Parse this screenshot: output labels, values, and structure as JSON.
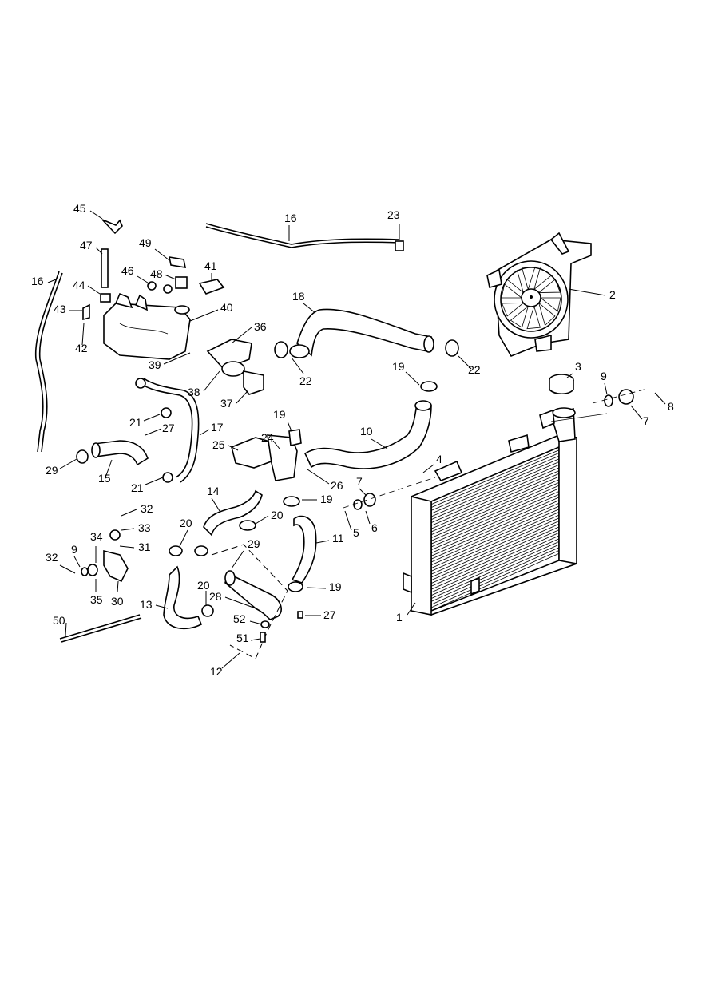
{
  "diagram": {
    "callouts": [
      {
        "id": "c1",
        "label": "1"
      },
      {
        "id": "c2",
        "label": "2"
      },
      {
        "id": "c3",
        "label": "3"
      },
      {
        "id": "c4",
        "label": "4"
      },
      {
        "id": "c5",
        "label": "5"
      },
      {
        "id": "c6",
        "label": "6"
      },
      {
        "id": "c7a",
        "label": "7"
      },
      {
        "id": "c7b",
        "label": "7"
      },
      {
        "id": "c8",
        "label": "8"
      },
      {
        "id": "c9a",
        "label": "9"
      },
      {
        "id": "c9b",
        "label": "9"
      },
      {
        "id": "c10",
        "label": "10"
      },
      {
        "id": "c11",
        "label": "11"
      },
      {
        "id": "c12",
        "label": "12"
      },
      {
        "id": "c13",
        "label": "13"
      },
      {
        "id": "c14",
        "label": "14"
      },
      {
        "id": "c15",
        "label": "15"
      },
      {
        "id": "c16a",
        "label": "16"
      },
      {
        "id": "c16b",
        "label": "16"
      },
      {
        "id": "c17",
        "label": "17"
      },
      {
        "id": "c18",
        "label": "18"
      },
      {
        "id": "c19a",
        "label": "19"
      },
      {
        "id": "c19b",
        "label": "19"
      },
      {
        "id": "c19c",
        "label": "19"
      },
      {
        "id": "c19d",
        "label": "19"
      },
      {
        "id": "c20a",
        "label": "20"
      },
      {
        "id": "c20b",
        "label": "20"
      },
      {
        "id": "c20c",
        "label": "20"
      },
      {
        "id": "c21a",
        "label": "21"
      },
      {
        "id": "c21b",
        "label": "21"
      },
      {
        "id": "c22a",
        "label": "22"
      },
      {
        "id": "c22b",
        "label": "22"
      },
      {
        "id": "c23",
        "label": "23"
      },
      {
        "id": "c24",
        "label": "24"
      },
      {
        "id": "c25",
        "label": "25"
      },
      {
        "id": "c26",
        "label": "26"
      },
      {
        "id": "c27a",
        "label": "27"
      },
      {
        "id": "c27b",
        "label": "27"
      },
      {
        "id": "c28",
        "label": "28"
      },
      {
        "id": "c29a",
        "label": "29"
      },
      {
        "id": "c29b",
        "label": "29"
      },
      {
        "id": "c30",
        "label": "30"
      },
      {
        "id": "c31",
        "label": "31"
      },
      {
        "id": "c32a",
        "label": "32"
      },
      {
        "id": "c32b",
        "label": "32"
      },
      {
        "id": "c33",
        "label": "33"
      },
      {
        "id": "c34",
        "label": "34"
      },
      {
        "id": "c35",
        "label": "35"
      },
      {
        "id": "c36",
        "label": "36"
      },
      {
        "id": "c37",
        "label": "37"
      },
      {
        "id": "c38",
        "label": "38"
      },
      {
        "id": "c39",
        "label": "39"
      },
      {
        "id": "c40",
        "label": "40"
      },
      {
        "id": "c41",
        "label": "41"
      },
      {
        "id": "c42",
        "label": "42"
      },
      {
        "id": "c43",
        "label": "43"
      },
      {
        "id": "c44",
        "label": "44"
      },
      {
        "id": "c45",
        "label": "45"
      },
      {
        "id": "c46",
        "label": "46"
      },
      {
        "id": "c47",
        "label": "47"
      },
      {
        "id": "c48",
        "label": "48"
      },
      {
        "id": "c49",
        "label": "49"
      },
      {
        "id": "c50",
        "label": "50"
      },
      {
        "id": "c51",
        "label": "51"
      },
      {
        "id": "c52",
        "label": "52"
      }
    ]
  }
}
